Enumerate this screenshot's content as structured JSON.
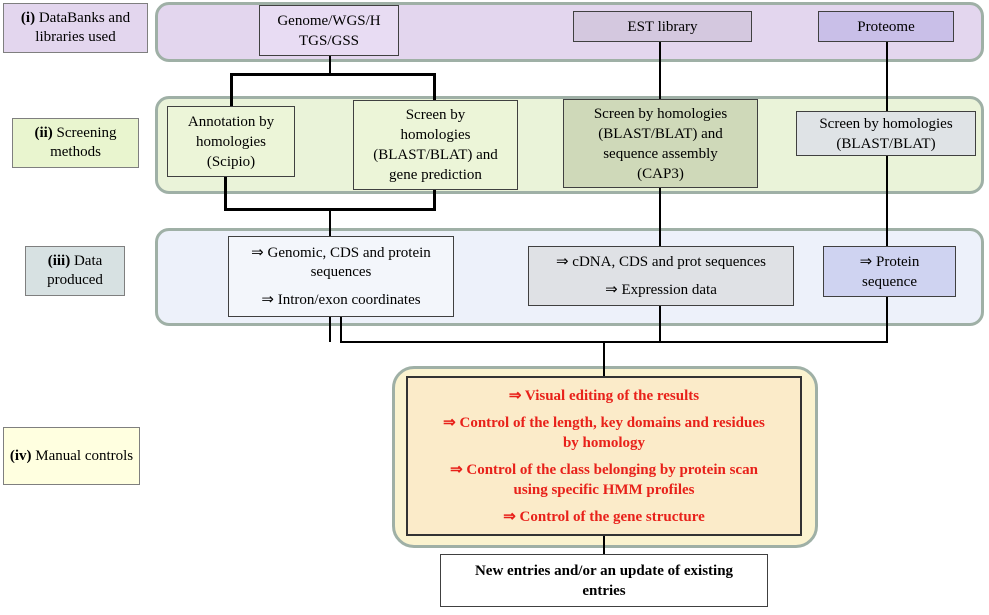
{
  "stages": [
    {
      "num": "(i)",
      "text": "DataBanks and libraries used",
      "bg": "#e3d6ee"
    },
    {
      "num": "(ii)",
      "text": "Screening methods",
      "bg": "#e9f5cf"
    },
    {
      "num": "(iii)",
      "text": "Data produced",
      "bg": "#d7e1e2"
    },
    {
      "num": "(iv)",
      "text": "Manual controls",
      "bg": "#ffffe0"
    }
  ],
  "databanks": [
    {
      "text": "Genome/WGS/HTGS/GSS",
      "line1": "Genome/WGS/H",
      "line2": "TGS/GSS"
    },
    {
      "text": "EST library"
    },
    {
      "text": "Proteome"
    }
  ],
  "screening": [
    {
      "line1": "Annotation by",
      "line2": "homologies",
      "line3": "(Scipio)"
    },
    {
      "line1": "Screen by",
      "line2": "homologies",
      "line3": "(BLAST/BLAT) and",
      "line4": "gene prediction"
    },
    {
      "line1": "Screen by homologies",
      "line2": "(BLAST/BLAT) and",
      "line3": "sequence assembly",
      "line4": "(CAP3)"
    },
    {
      "line1": "Screen by homologies",
      "line2": "(BLAST/BLAT)"
    }
  ],
  "data_produced": [
    {
      "line1": "⇒ Genomic, CDS and protein",
      "line2": "sequences",
      "line3": "⇒ Intron/exon coordinates"
    },
    {
      "line1": "⇒ cDNA, CDS and prot sequences",
      "line2": "⇒ Expression data"
    },
    {
      "line1": "⇒ Protein",
      "line2": "sequence"
    }
  ],
  "manual_controls": [
    {
      "line1": "⇒ Visual editing of the results"
    },
    {
      "line1": "⇒ Control of the length, key domains and residues",
      "line2": "by homology"
    },
    {
      "line1": "⇒ Control of the class belonging by protein scan",
      "line2": "using specific HMM profiles"
    },
    {
      "line1": "⇒ Control of the gene structure"
    }
  ],
  "output": {
    "line1": "New  entries and/or an update of existing",
    "line2": "entries"
  },
  "colors": {
    "manual_text": "#e8211a",
    "connector": "#000000"
  }
}
